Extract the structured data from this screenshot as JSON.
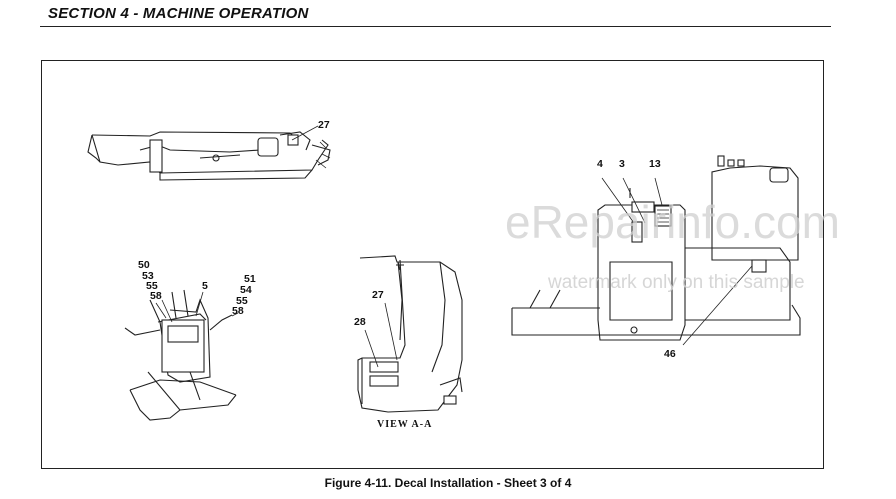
{
  "header": {
    "section_title": "SECTION 4 - MACHINE OPERATION"
  },
  "figure": {
    "caption": "Figure 4-11. Decal Installation - Sheet 3 of 4",
    "view_label": "VIEW A-A",
    "callouts": {
      "boom": [
        "27"
      ],
      "mount": [
        "50",
        "53",
        "55",
        "58",
        "5",
        "51",
        "54",
        "55",
        "58"
      ],
      "view": [
        "27",
        "28"
      ],
      "machine": [
        "4",
        "3",
        "13",
        "46"
      ]
    }
  },
  "watermark": {
    "main": "eRepairinfo.com",
    "sub": "watermark only on this sample"
  }
}
